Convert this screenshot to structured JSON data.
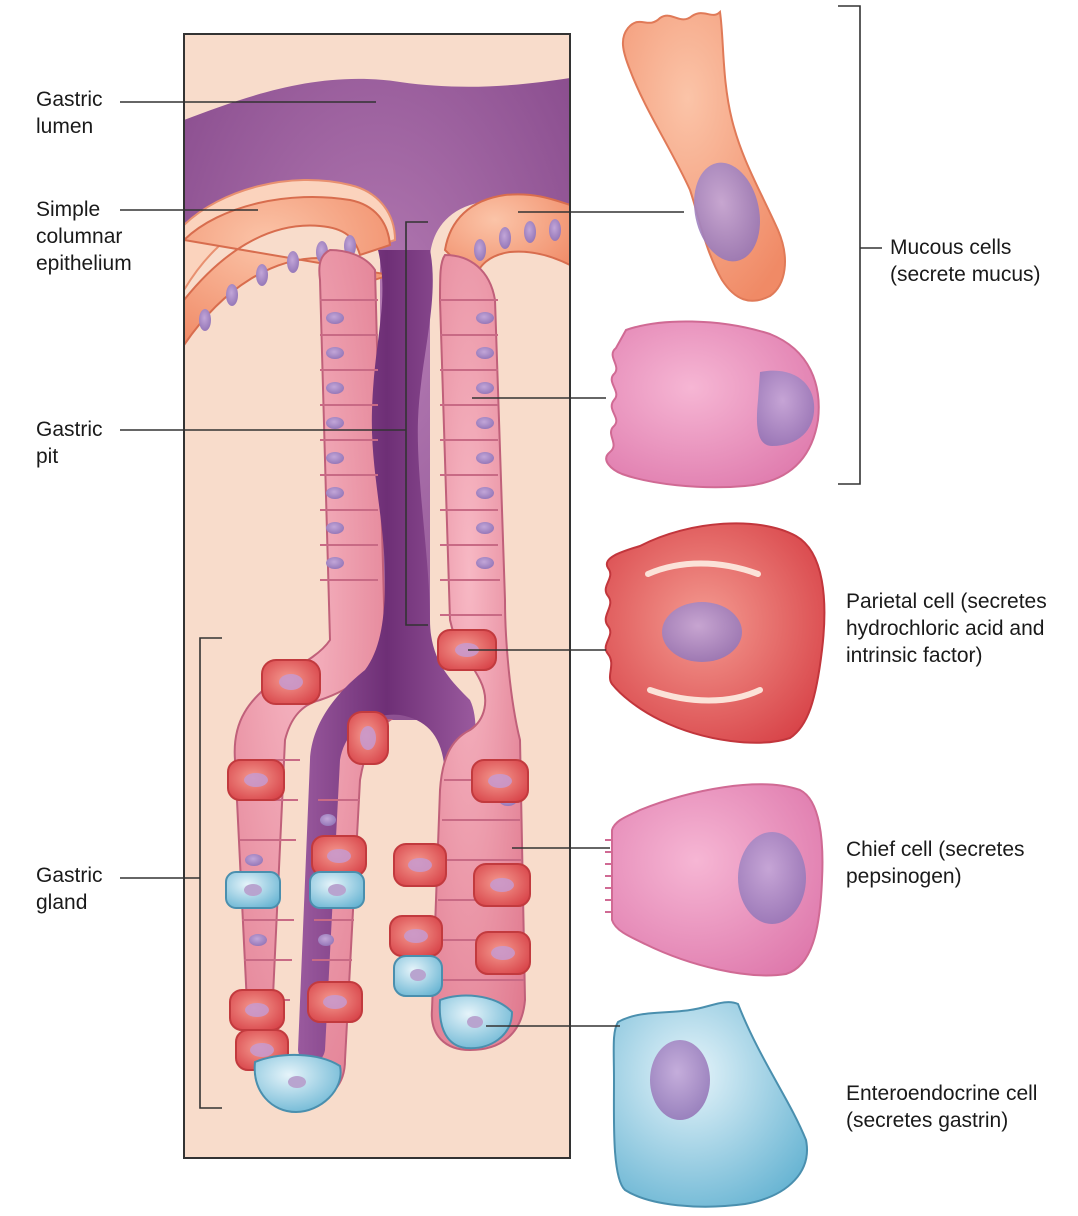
{
  "labels": {
    "gastric_lumen": [
      "Gastric",
      "lumen"
    ],
    "simple_columnar_epithelium": [
      "Simple",
      "columnar",
      "epithelium"
    ],
    "gastric_pit": [
      "Gastric",
      "pit"
    ],
    "gastric_gland": [
      "Gastric",
      "gland"
    ],
    "mucous_cells": [
      "Mucous cells",
      "(secrete mucus)"
    ],
    "parietal_cell": [
      "Parietal cell (secretes",
      "hydrochloric acid and",
      "intrinsic factor)"
    ],
    "chief_cell": [
      "Chief cell (secretes",
      "pepsinogen)"
    ],
    "enteroendocrine_cell": [
      "Enteroendocrine cell",
      "(secretes gastrin)"
    ]
  },
  "colors": {
    "lumen": "#9c5a9e",
    "lumen_dark": "#7a3a80",
    "lamina_propria": "#f8dccb",
    "mucous_surface_cell": "#f5a585",
    "mucous_neck_cell": "#e98ca0",
    "parietal_cell": "#e2585a",
    "chief_cell": "#e68ab8",
    "enteroendocrine_cell": "#a9d3e5",
    "nucleus": "#a688c2",
    "leader_line": "#333333"
  }
}
